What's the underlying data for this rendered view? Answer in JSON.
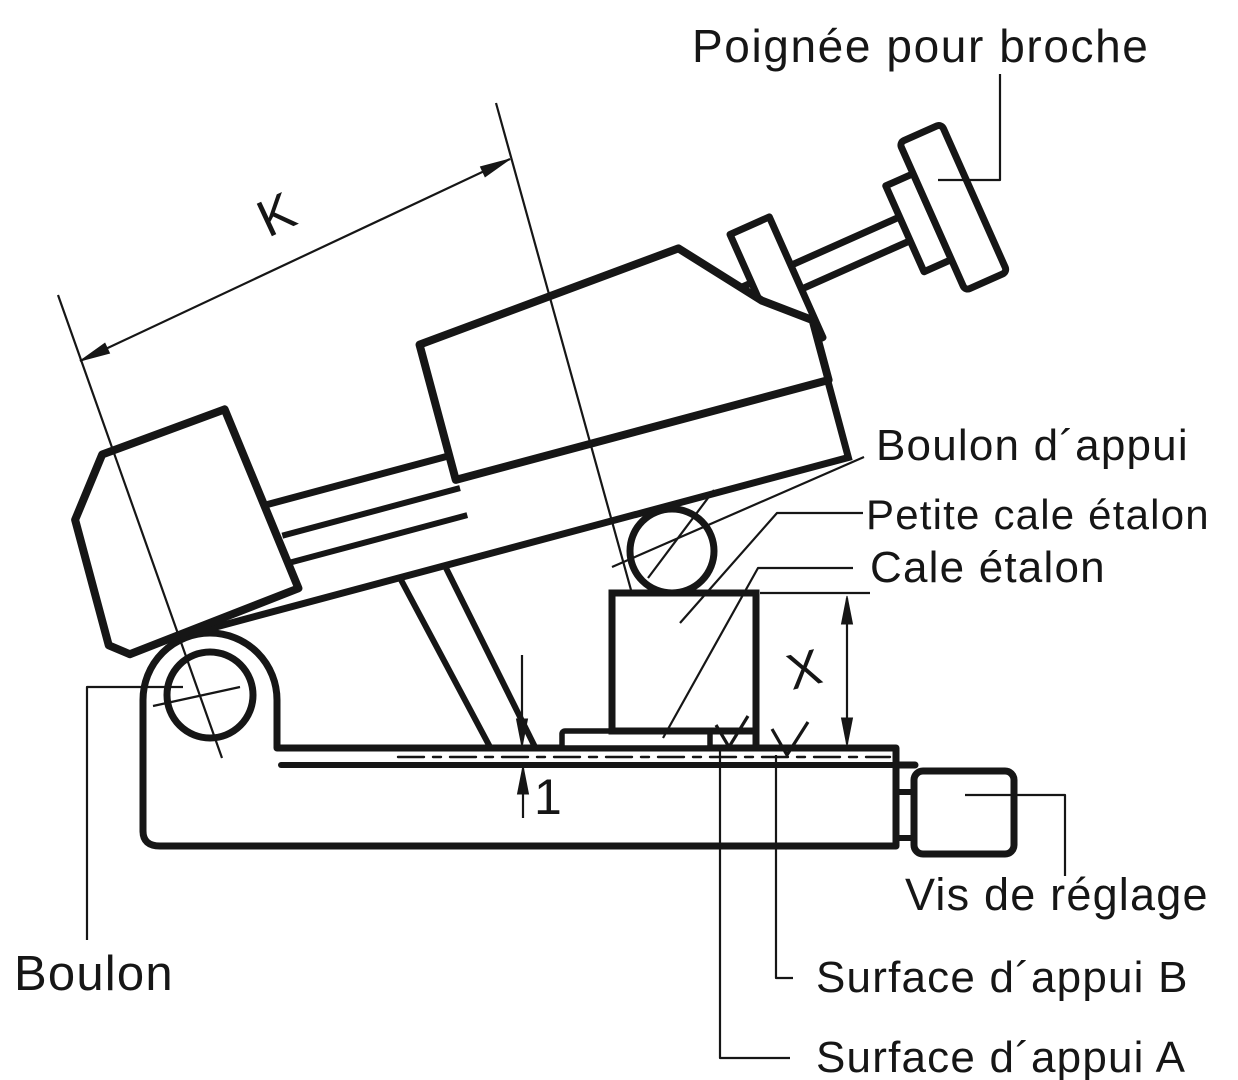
{
  "diagram": {
    "title_hint": "Adjustable sine fixture technical drawing (French labels)",
    "colors": {
      "ink": "#161616",
      "background": "#ffffff"
    },
    "labels": {
      "poignee": "Poignée pour broche",
      "k_dim": "K",
      "boulon_appui": "Boulon d´appui",
      "petite_cale": "Petite cale étalon",
      "cale_etalon": "Cale étalon",
      "x_dim": "X",
      "un_dim": "1",
      "vis_reglage": "Vis de réglage",
      "surface_b": "Surface d´appui B",
      "surface_a": "Surface d´appui A",
      "boulon": "Boulon"
    }
  }
}
